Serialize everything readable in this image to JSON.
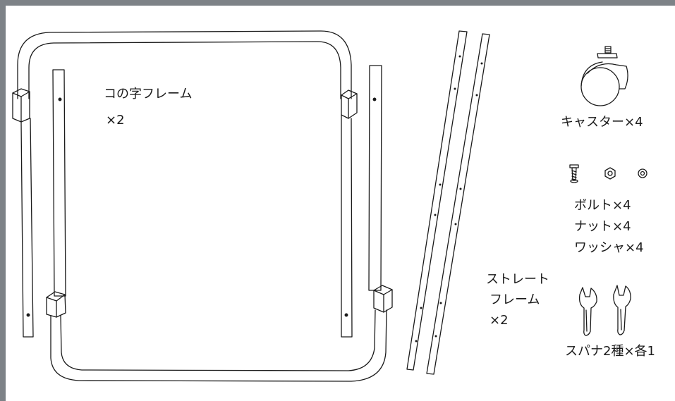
{
  "parts": {
    "u_frame": {
      "name": "コの字フレーム",
      "qty": "×2"
    },
    "straight_frame": {
      "name_line1": "ストレート",
      "name_line2": "フレーム",
      "qty": "×2"
    },
    "caster": {
      "label": "キャスター×4"
    },
    "hardware": {
      "bolt": "ボルト×4",
      "nut": "ナット×4",
      "washer": "ワッシャ×4"
    },
    "spanner": {
      "label": "スパナ2種×各1"
    }
  },
  "colors": {
    "border": "#7d8287",
    "line": "#1a1a1a",
    "background": "#ffffff"
  }
}
